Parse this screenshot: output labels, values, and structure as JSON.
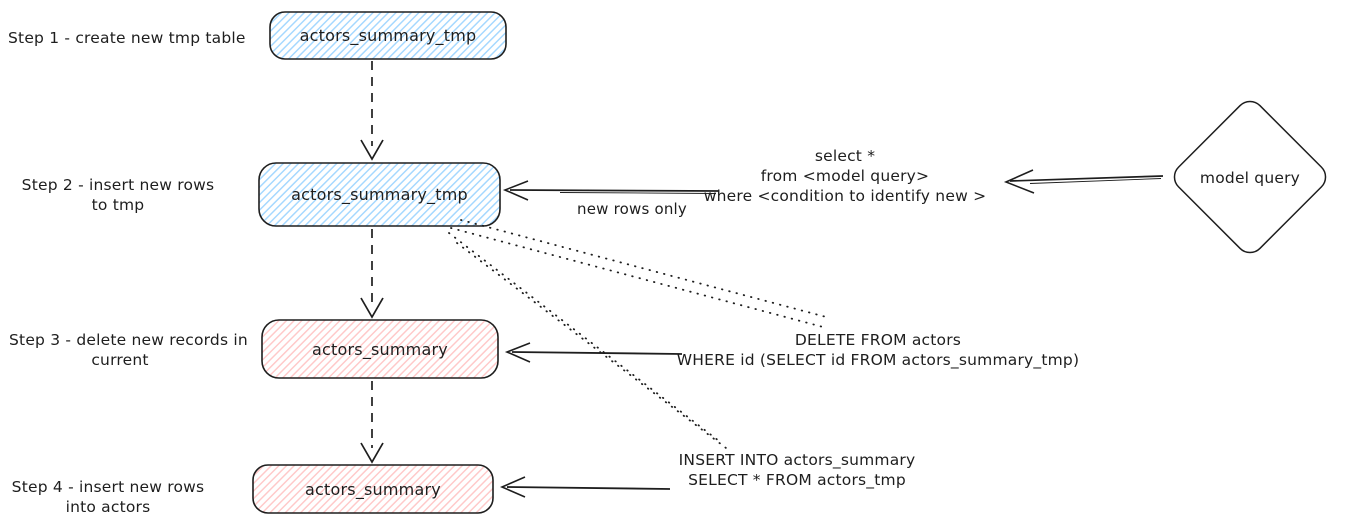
{
  "colors": {
    "stroke": "#1e1e1e",
    "blue_hatch": "#a5d8ff",
    "pink_hatch": "#ffc9c9",
    "background": "#ffffff"
  },
  "steps": [
    {
      "label_line1": "Step 1 - create new tmp table",
      "label_line2": "",
      "box": "actors_summary_tmp"
    },
    {
      "label_line1": "Step 2 - insert new rows",
      "label_line2": "to tmp",
      "box": "actors_summary_tmp"
    },
    {
      "label_line1": "Step 3 - delete new records in",
      "label_line2": "current",
      "box": "actors_summary"
    },
    {
      "label_line1": "Step 4 - insert new rows",
      "label_line2": "into actors",
      "box": "actors_summary"
    }
  ],
  "annotations": {
    "new_rows_only": "new rows only",
    "select_query_line1": "select *",
    "select_query_line2": "from <model query>",
    "select_query_line3": "where <condition to identify new >",
    "delete_sql_line1": "DELETE FROM actors",
    "delete_sql_line2": "WHERE id (SELECT id FROM actors_summary_tmp)",
    "insert_sql_line1": "INSERT INTO actors_summary",
    "insert_sql_line2": "SELECT * FROM actors_tmp",
    "model_query": "model query"
  }
}
